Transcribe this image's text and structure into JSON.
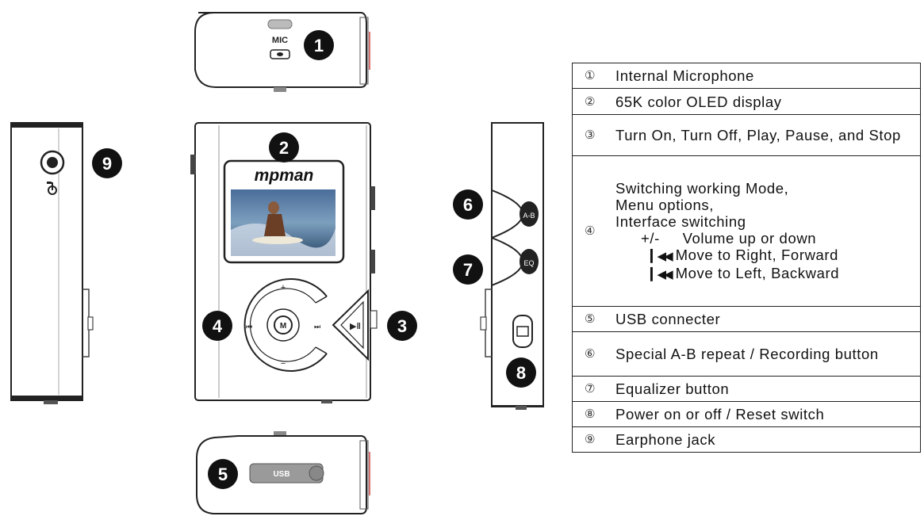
{
  "device": {
    "mic_label": "MIC",
    "brand": "mpman",
    "usb_label": "USB"
  },
  "callouts": [
    "1",
    "2",
    "3",
    "4",
    "5",
    "6",
    "7",
    "8",
    "9"
  ],
  "legend": [
    {
      "num": "①",
      "text": "Internal Microphone"
    },
    {
      "num": "②",
      "text": "65K color OLED display"
    },
    {
      "num": "③",
      "text": "Turn On, Turn Off, Play, Pause, and Stop"
    },
    {
      "num": "④",
      "lines": [
        "Switching working Mode,",
        "Menu options,",
        "Interface switching"
      ],
      "volume_key": "+/-",
      "volume_text": "Volume up or down",
      "right_text": "Move to Right, Forward",
      "left_text": "Move to Left, Backward"
    },
    {
      "num": "⑤",
      "text": "USB connecter"
    },
    {
      "num": "⑥",
      "text": "Special A-B repeat / Recording button"
    },
    {
      "num": "⑦",
      "text": "Equalizer button"
    },
    {
      "num": "⑧",
      "text": "Power on or off / Reset switch"
    },
    {
      "num": "⑨",
      "text": "Earphone jack"
    }
  ]
}
